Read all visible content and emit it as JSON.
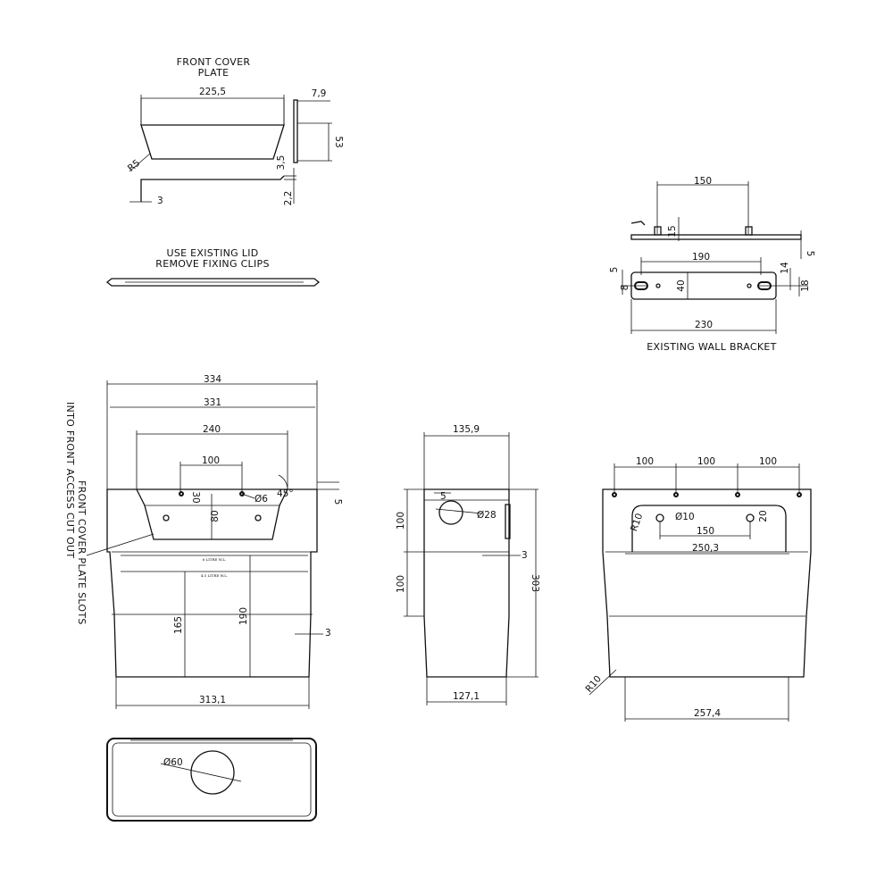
{
  "labels": {
    "front_cover_plate": [
      "FRONT COVER",
      "PLATE"
    ],
    "use_existing_lid": [
      "USE EXISTING LID",
      "REMOVE FIXING CLIPS"
    ],
    "existing_wall_bracket": "EXISTING WALL BRACKET",
    "front_cover_slots": [
      "FRONT COVER PLATE SLOTS",
      "INTO FRONT ACCESS CUT OUT"
    ],
    "cistern_mark_1": "6 LITRE W.L.",
    "cistern_mark_2": "4.5 LITRE W.L."
  },
  "dims": {
    "cover_width": "225,5",
    "cover_thickness": "7,9",
    "cover_height": "53",
    "cover_radius": "R5",
    "cover_3_5": "3,5",
    "cover_2_2": "2,2",
    "cover_3": "3",
    "bracket_150": "150",
    "bracket_15": "15",
    "bracket_5a": "5",
    "bracket_190": "190",
    "bracket_14": "14",
    "bracket_5b": "5",
    "bracket_8": "8",
    "bracket_40": "40",
    "bracket_18": "18",
    "bracket_230": "230",
    "front_334": "334",
    "front_331": "331",
    "front_240": "240",
    "front_100": "100",
    "front_30": "30",
    "front_dia6": "Ø6",
    "front_45": "45°",
    "front_80": "80",
    "front_5": "5",
    "front_165": "165",
    "front_190": "190",
    "front_3": "3",
    "front_313": "313,1",
    "side_135": "135,9",
    "side_5": "5",
    "side_dia28": "Ø28",
    "side_100a": "100",
    "side_100b": "100",
    "side_3": "3",
    "side_303": "303",
    "side_127": "127,1",
    "back_100a": "100",
    "back_100b": "100",
    "back_100c": "100",
    "back_dia10": "Ø10",
    "back_20": "20",
    "back_r10a": "R10",
    "back_150": "150",
    "back_250": "250,3",
    "back_r10b": "R10",
    "back_257": "257,4",
    "top_dia60": "Ø60"
  }
}
